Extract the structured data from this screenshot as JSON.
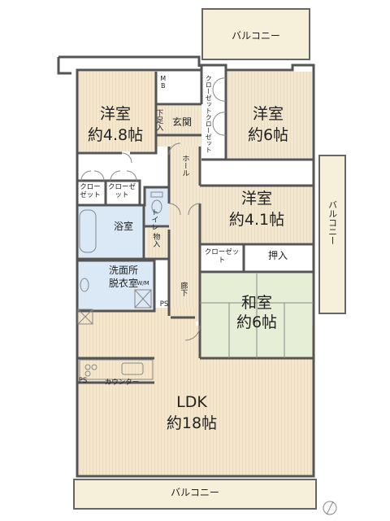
{
  "rooms": {
    "bed1": {
      "name": "洋室",
      "size": "約4.8帖"
    },
    "bed2": {
      "name": "洋室",
      "size": "約6帖"
    },
    "bed3": {
      "name": "洋室",
      "size": "約4.1帖"
    },
    "washitsu": {
      "name": "和室",
      "size": "約6帖"
    },
    "ldk": {
      "name": "LDK",
      "size": "約18帖"
    },
    "bath": {
      "name": "浴室"
    },
    "wash": {
      "line1": "洗面所",
      "line2": "脱衣室"
    },
    "toilet": {
      "name": "トイレ"
    },
    "storage": {
      "name": "物入"
    },
    "genkan": {
      "name": "玄関"
    },
    "shoebox": {
      "name": "下足入"
    },
    "hall": {
      "name": "ホール"
    },
    "corridor": {
      "name": "廊下"
    },
    "oshiire": {
      "name": "押入"
    },
    "counter": {
      "name": "カウンター"
    }
  },
  "closets": {
    "c1": "クローゼット",
    "c2": "クローゼット",
    "c3": "クローゼット",
    "c4": "クローゼット",
    "c5": "クローゼット"
  },
  "balconies": {
    "top": "バルコニー",
    "right": "バルコニー",
    "bottom": "バルコニー"
  },
  "marks": {
    "mb": "MB",
    "ps1": "PS",
    "ps2": "PS",
    "wm": "W/M"
  },
  "colors": {
    "wall": "#555555",
    "room": "#f3e7cf",
    "wet": "#dbe9f6",
    "tatami": "#e7eed6"
  }
}
